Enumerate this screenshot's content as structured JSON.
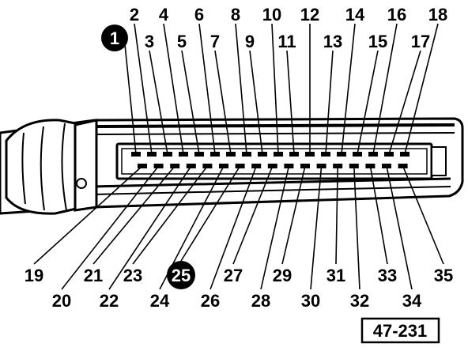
{
  "badges": {
    "row_top": "1",
    "row_bottom": "25"
  },
  "reference_code": "47-231",
  "top_odd": [
    "3",
    "5",
    "7",
    "9",
    "11",
    "13",
    "15",
    "17"
  ],
  "top_even": [
    "2",
    "4",
    "6",
    "8",
    "10",
    "12",
    "14",
    "16",
    "18"
  ],
  "bottom_a": [
    "19",
    "21",
    "23",
    "27",
    "29",
    "31",
    "33",
    "35"
  ],
  "bottom_b": [
    "20",
    "22",
    "24",
    "26",
    "28",
    "30",
    "32",
    "34"
  ]
}
